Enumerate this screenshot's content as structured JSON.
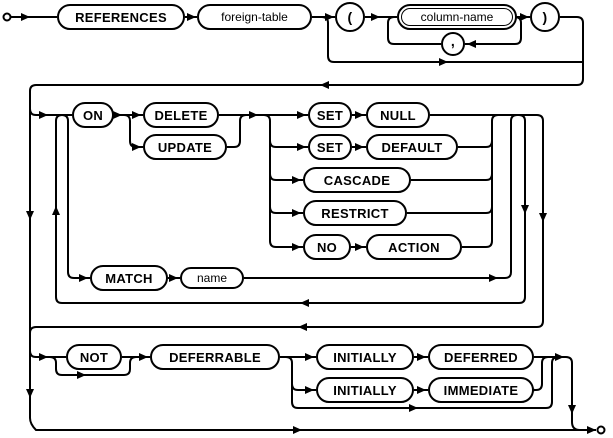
{
  "diagram": {
    "kind": "railroad-syntax-diagram",
    "colors": {
      "line": "#000000",
      "background": "#ffffff",
      "node_fill": "#ffffff"
    },
    "nodes": {
      "references": {
        "label": "REFERENCES",
        "type": "keyword"
      },
      "foreign_table": {
        "label": "foreign-table",
        "type": "nonterminal"
      },
      "open_paren": {
        "label": "(",
        "type": "keyword"
      },
      "column_name": {
        "label": "column-name",
        "type": "nonterminal-link"
      },
      "comma": {
        "label": ",",
        "type": "keyword"
      },
      "close_paren": {
        "label": ")",
        "type": "keyword"
      },
      "on": {
        "label": "ON",
        "type": "keyword"
      },
      "delete": {
        "label": "DELETE",
        "type": "keyword"
      },
      "update": {
        "label": "UPDATE",
        "type": "keyword"
      },
      "set1": {
        "label": "SET",
        "type": "keyword"
      },
      "null": {
        "label": "NULL",
        "type": "keyword"
      },
      "set2": {
        "label": "SET",
        "type": "keyword"
      },
      "default": {
        "label": "DEFAULT",
        "type": "keyword"
      },
      "cascade": {
        "label": "CASCADE",
        "type": "keyword"
      },
      "restrict": {
        "label": "RESTRICT",
        "type": "keyword"
      },
      "no": {
        "label": "NO",
        "type": "keyword"
      },
      "action": {
        "label": "ACTION",
        "type": "keyword"
      },
      "match": {
        "label": "MATCH",
        "type": "keyword"
      },
      "name": {
        "label": "name",
        "type": "nonterminal"
      },
      "not": {
        "label": "NOT",
        "type": "keyword"
      },
      "deferrable": {
        "label": "DEFERRABLE",
        "type": "keyword"
      },
      "initially1": {
        "label": "INITIALLY",
        "type": "keyword"
      },
      "deferred": {
        "label": "DEFERRED",
        "type": "keyword"
      },
      "initially2": {
        "label": "INITIALLY",
        "type": "keyword"
      },
      "immediate": {
        "label": "IMMEDIATE",
        "type": "keyword"
      }
    }
  }
}
